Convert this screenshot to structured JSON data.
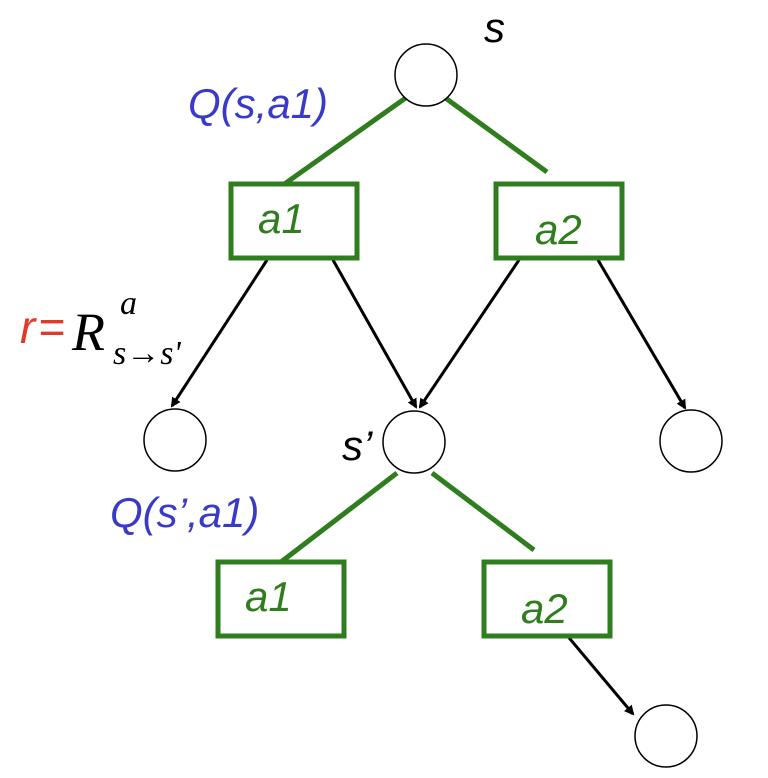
{
  "colors": {
    "tree_green": "#2f7d1e",
    "action_text": "#2f7d1e",
    "q_label": "#3a3ac8",
    "reward_r": "#e23a2a",
    "black": "#000000"
  },
  "labels": {
    "state_s": "s",
    "state_s_prime": "s’",
    "q_s_a1": "Q(s,a1)",
    "q_sprime_a1": "Q(s’,a1)",
    "reward_r": "r",
    "reward_eq": "=",
    "reward_R": "R",
    "reward_sup": "a",
    "reward_sub": "s→s'"
  },
  "actions": {
    "top_a1": "a1",
    "top_a2": "a2",
    "bottom_a1": "a1",
    "bottom_a2": "a2"
  }
}
